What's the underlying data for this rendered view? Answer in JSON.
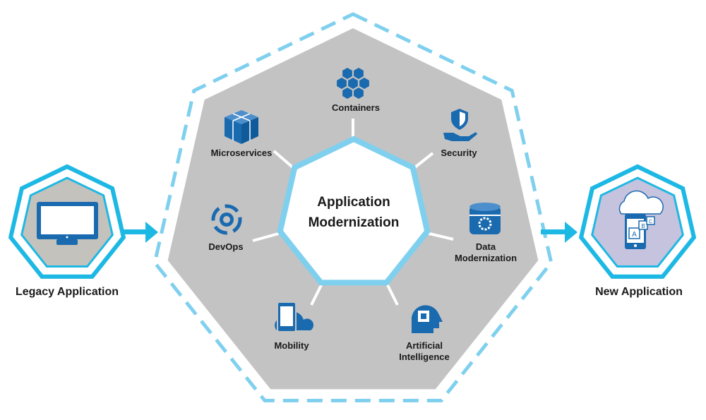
{
  "colors": {
    "accent": "#1db8e4",
    "dash": "#7fd0ee",
    "gray": "#c3c3c3",
    "icon": "#1a6aaf",
    "legacy_fill": "#c4c2bc",
    "new_fill": "#c6c3df"
  },
  "legacy": {
    "label": "Legacy Application",
    "icon": "monitor-icon"
  },
  "new_app": {
    "label": "New Application",
    "icon": "cloud-phone-abc-icon",
    "letters": [
      "A",
      "B",
      "C"
    ]
  },
  "center": {
    "line1": "Application",
    "line2": "Modernization"
  },
  "nodes": {
    "containers": "Containers",
    "microservices": "Microservices",
    "security": "Security",
    "devops": "DevOps",
    "data1": "Data",
    "data2": "Modernization",
    "mobility": "Mobility",
    "ai1": "Artificial",
    "ai2": "Intelligence"
  }
}
